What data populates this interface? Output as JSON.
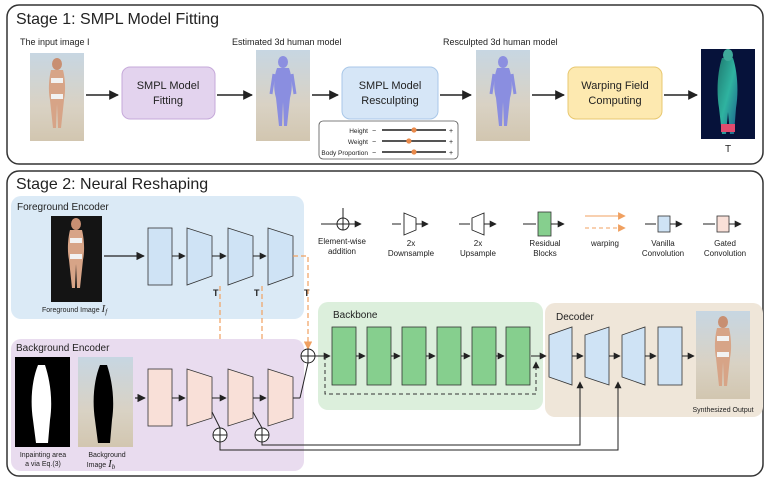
{
  "stage1": {
    "title": "Stage 1: SMPL Model Fitting",
    "input_label": "The input image I",
    "fitting_box_lines": [
      "SMPL Model",
      "Fitting"
    ],
    "estimated_label": "Estimated 3d human model",
    "rescupt_box_lines": [
      "SMPL Model",
      "Resculpting"
    ],
    "resculpted_label": "Resculpted 3d human model",
    "warping_box_lines": [
      "Warping Field",
      "Computing"
    ],
    "warp_output_label": "T",
    "sliders": [
      {
        "label": "Height",
        "value": 0.5
      },
      {
        "label": "Weight",
        "value": 0.42
      },
      {
        "label": "Body Proportion",
        "value": 0.5
      }
    ],
    "slider_minus": "−",
    "slider_plus": "+"
  },
  "stage2": {
    "title": "Stage 2: Neural Reshaping",
    "foreground_encoder": "Foreground Encoder",
    "foreground_image_label": "Foreground Image",
    "foreground_image_symbol": "I",
    "foreground_image_sub": "f",
    "t_mark": "T",
    "background_encoder": "Background Encoder",
    "inpaint_label_lines": [
      "Inpainting area",
      "a via Eq.(3)"
    ],
    "background_image_lines": [
      "Background",
      "Image"
    ],
    "background_image_symbol": "I",
    "background_image_sub": "b",
    "backbone": "Backbone",
    "decoder": "Decoder",
    "synth_label": "Synthesized Output"
  },
  "legend": [
    {
      "key": "add",
      "lines": [
        "Element-wise",
        "addition"
      ]
    },
    {
      "key": "down",
      "lines": [
        "2x",
        "Downsample"
      ]
    },
    {
      "key": "up",
      "lines": [
        "2x",
        "Upsample"
      ]
    },
    {
      "key": "res",
      "lines": [
        "Residual",
        "Blocks"
      ]
    },
    {
      "key": "warp",
      "lines": [
        "warping"
      ]
    },
    {
      "key": "vanilla",
      "lines": [
        "Vanilla",
        "Convolution"
      ]
    },
    {
      "key": "gated",
      "lines": [
        "Gated",
        "Convolution"
      ]
    }
  ],
  "colors": {
    "fitting": "#e3d3ee",
    "rescupt": "#d6e6f7",
    "warping": "#fde9b0",
    "fg_panel": "#dbeaf6",
    "bg_panel": "#e9dcef",
    "backbone_panel": "#dcefdc",
    "decoder_panel": "#efe6d9",
    "vanilla": "#cfe3f5",
    "gated": "#f9e0d8",
    "residual": "#86cf8e",
    "warp_arrow": "#f0a060"
  }
}
